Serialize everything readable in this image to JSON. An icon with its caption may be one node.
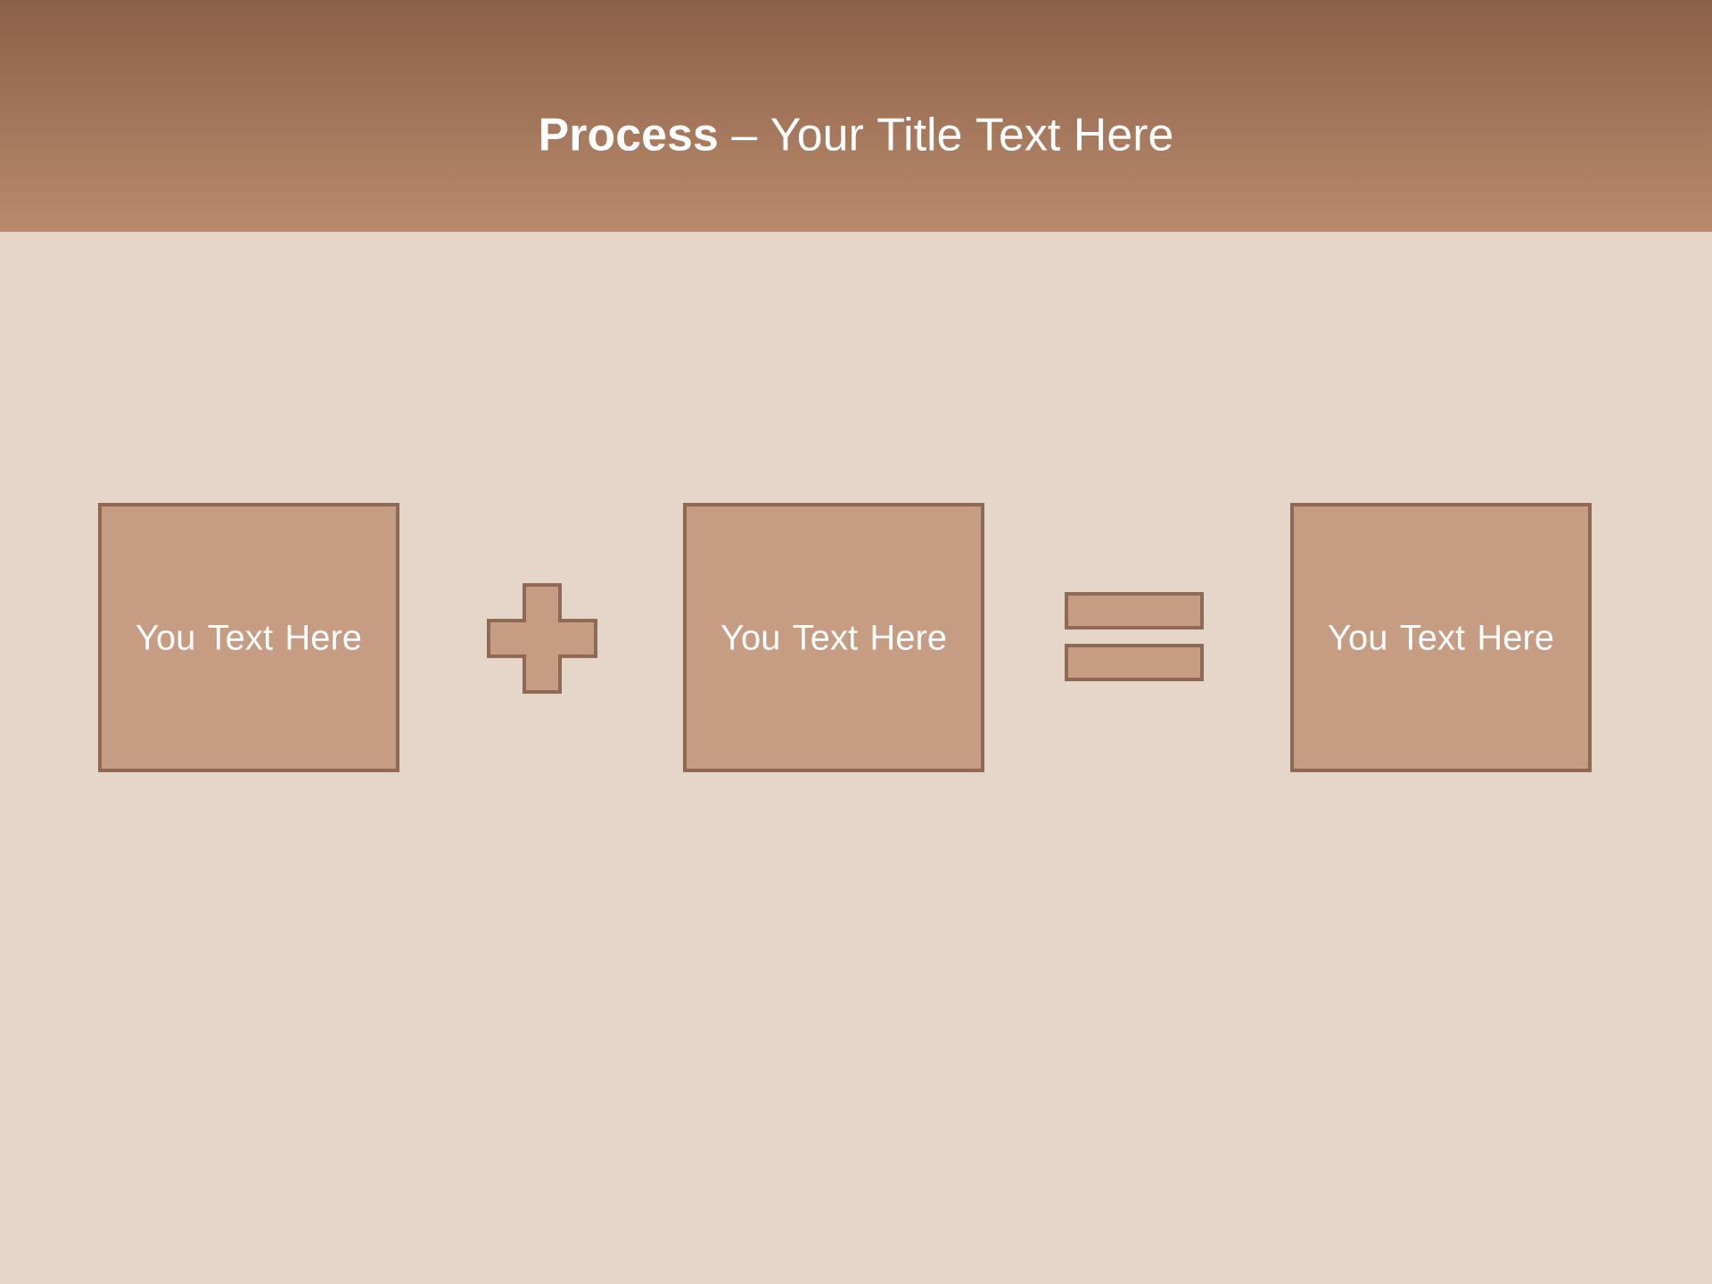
{
  "diagram": {
    "title": "**Process** – Your Title Text Here",
    "nodes": [
      {
        "text": [
          "You Text Here"
        ]
      },
      {
        "text": [
          "You Text Here"
        ]
      },
      {
        "text": [
          "You Text Here"
        ]
      }
    ]
  }
}
